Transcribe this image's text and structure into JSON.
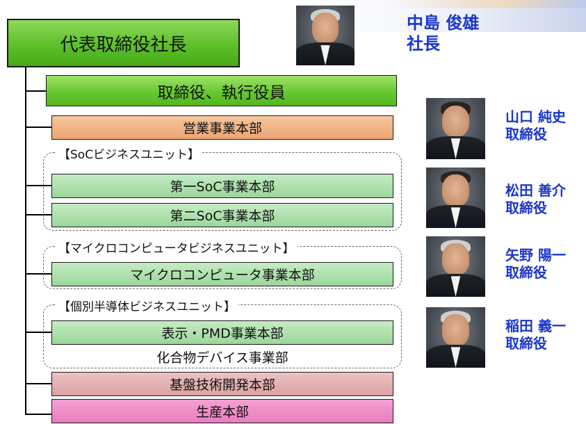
{
  "org": {
    "ceo": "代表取締役社長",
    "directors": "取締役、執行役員",
    "sales": "営業事業本部",
    "units": [
      {
        "label": "【SoCビジネスユニット】",
        "divisions": [
          "第一SoC事業本部",
          "第二SoC事業本部"
        ]
      },
      {
        "label": "【マイクロコンピュータビジネスユニット】",
        "divisions": [
          "マイクロコンピュータ事業本部"
        ]
      },
      {
        "label": "【個別半導体ビジネスユニット】",
        "divisions": [
          "表示・PMD事業本部",
          "化合物デバイス事業部"
        ]
      }
    ],
    "kiban": "基盤技術開発本部",
    "seisan": "生産本部"
  },
  "people": [
    {
      "name": "中島 俊雄",
      "title": "社長",
      "photo_icon": "portrait-photo"
    },
    {
      "name": "山口 純史",
      "title": "取締役",
      "photo_icon": "portrait-photo"
    },
    {
      "name": "松田 善介",
      "title": "取締役",
      "photo_icon": "portrait-photo"
    },
    {
      "name": "矢野 陽一",
      "title": "取締役",
      "photo_icon": "portrait-photo"
    },
    {
      "name": "稲田 義一",
      "title": "取締役",
      "photo_icon": "portrait-photo"
    }
  ],
  "colors": {
    "ceo_box": "#5cc02a",
    "directors_box": "#66c930",
    "sales_box": "#eda472",
    "division_box": "#9bd69a",
    "kiban_box": "#dba1a1",
    "seisan_box": "#e87cc0",
    "person_text": "#1a36c8"
  }
}
